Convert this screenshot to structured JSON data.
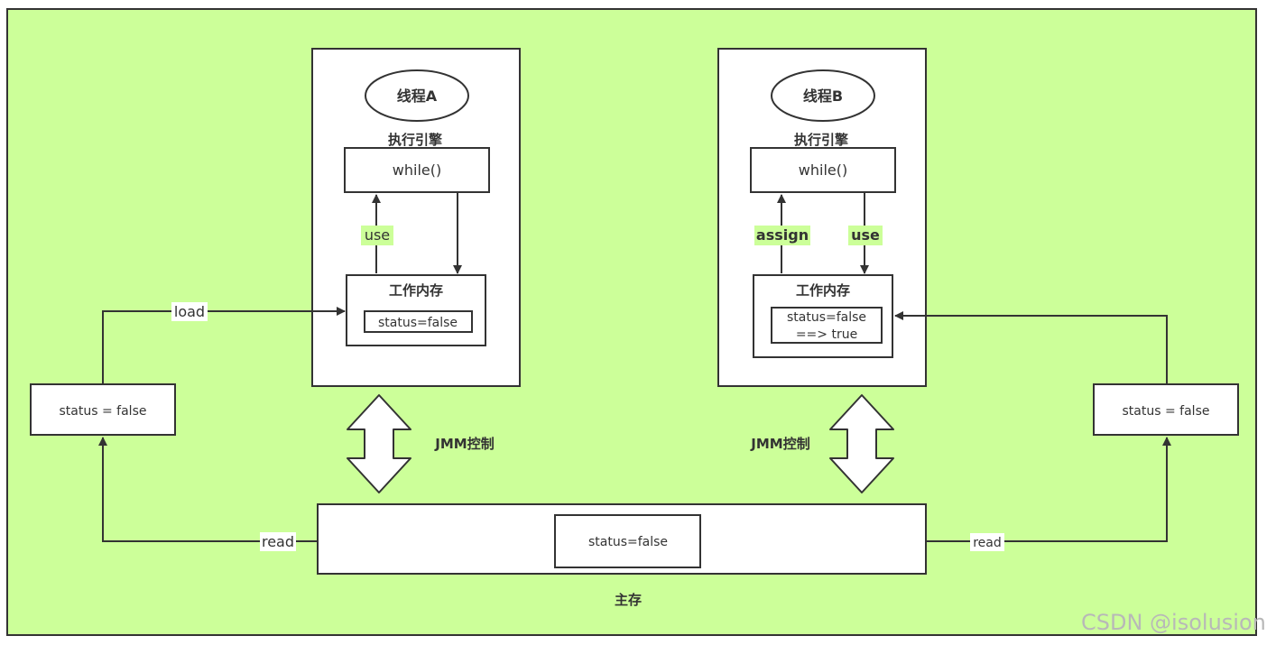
{
  "colors": {
    "background": "#ccff99",
    "border": "#333333",
    "box_fill": "#ffffff",
    "watermark": "#b8b8b8"
  },
  "thread_a": {
    "title": "线程A",
    "engine_label": "执行引擎",
    "engine_content": "while()",
    "arrow_label": "use",
    "memory_label": "工作内存",
    "memory_value": "status=false"
  },
  "thread_b": {
    "title": "线程B",
    "engine_label": "执行引擎",
    "engine_content": "while()",
    "assign_label": "assign",
    "use_label": "use",
    "memory_label": "工作内存",
    "memory_value_line1": "status=false",
    "memory_value_line2": "==> true"
  },
  "left_copy": {
    "value": "status = false",
    "load_label": "load",
    "read_label": "read"
  },
  "right_copy": {
    "value": "status = false",
    "read_label": "read"
  },
  "jmm_left": "JMM控制",
  "jmm_right": "JMM控制",
  "main_memory": {
    "value": "status=false",
    "label": "主存"
  },
  "watermark": "CSDN @isolusion"
}
